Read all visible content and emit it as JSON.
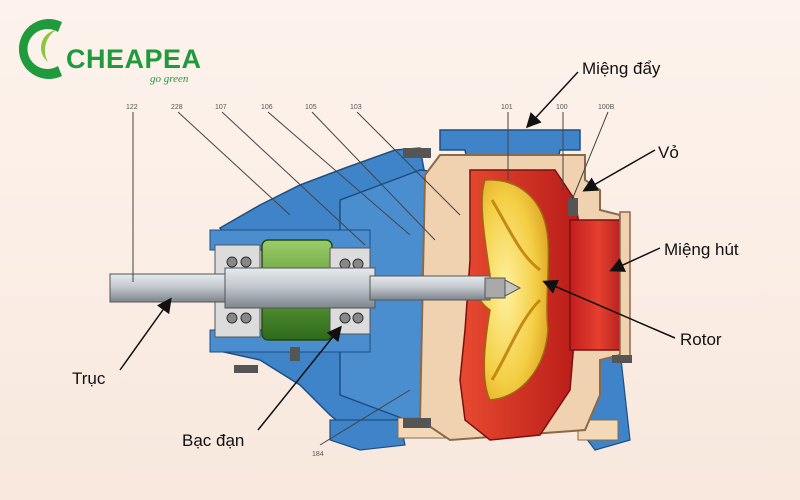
{
  "logo": {
    "brand": "CHEAPEA",
    "tagline": "go green",
    "color": "#1f9a3d"
  },
  "callouts": {
    "discharge": "Miệng đẩy",
    "casing": "Vỏ",
    "suction": "Miệng hút",
    "rotor": "Rotor",
    "shaft": "Trục",
    "bearing": "Bạc đạn"
  },
  "part_numbers": {
    "n122": "122",
    "n228": "228",
    "n107": "107",
    "n106": "106",
    "n105": "105",
    "n103": "103",
    "n101": "101",
    "n100": "100",
    "n100b": "100B",
    "n184": "184"
  },
  "colors": {
    "frame_blue": "#3b7fc4",
    "volute_red": "#d8322a",
    "impeller_yellow": "#f2cf4a",
    "bearing_green": "#5c9a3a",
    "shaft_steel": "#b8bec4",
    "background": "#fbeee6"
  }
}
